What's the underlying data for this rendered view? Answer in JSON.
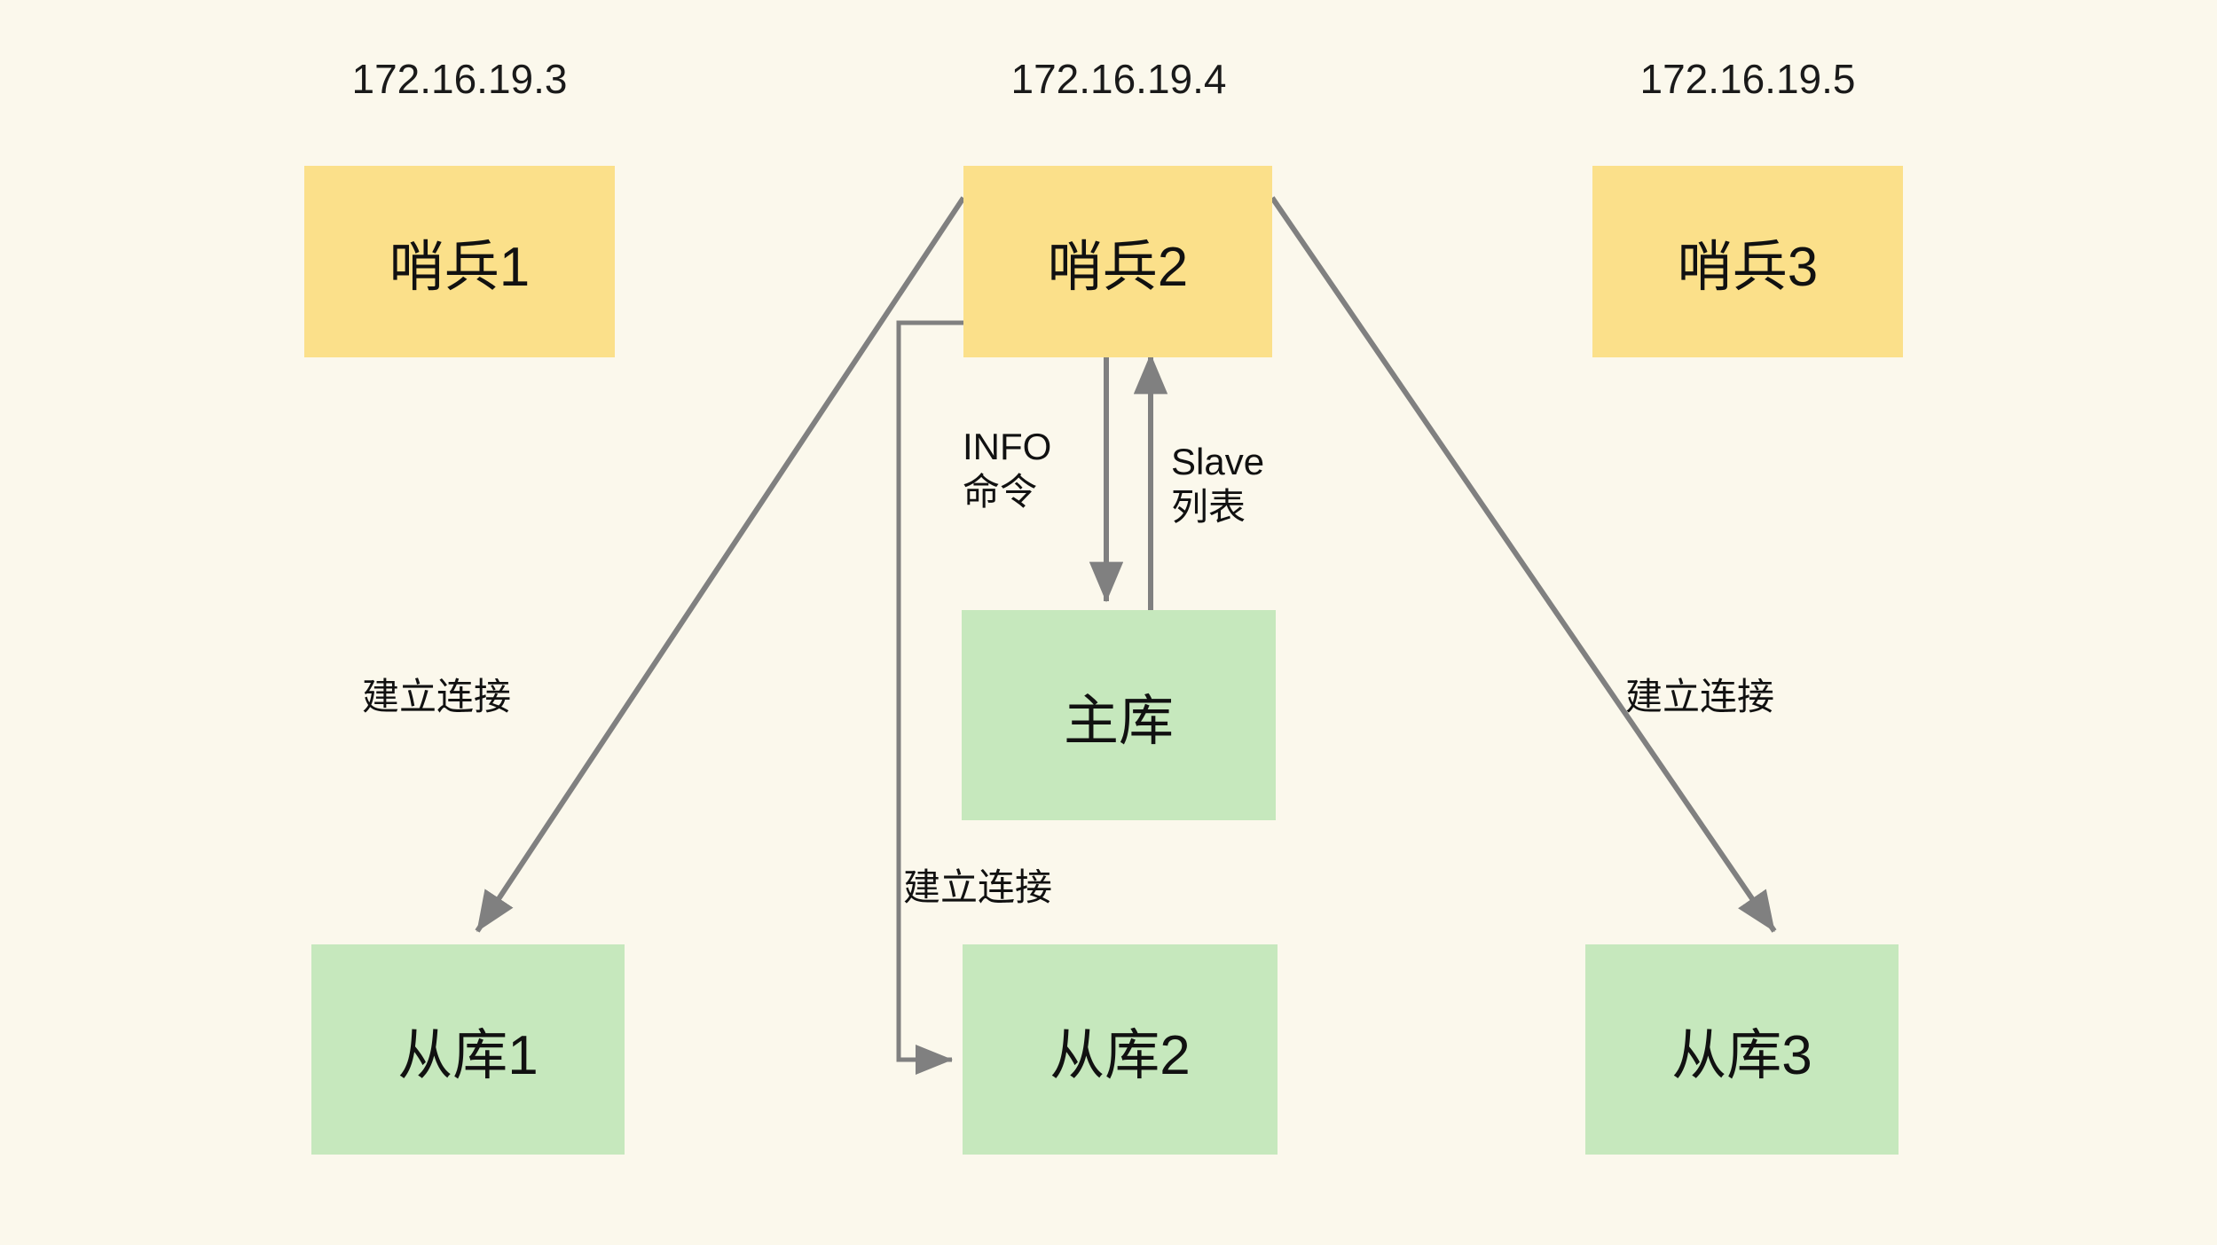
{
  "diagram": {
    "title": "Redis Sentinel cluster topology",
    "background_color": "#FBF8EC",
    "sentinel_color": "#FBE08A",
    "database_color": "#C6E8BD",
    "wire_color": "#808080"
  },
  "ip_labels": {
    "sentinel1": "172.16.19.3",
    "sentinel2": "172.16.19.4",
    "sentinel3": "172.16.19.5"
  },
  "nodes": {
    "sentinel1": "哨兵1",
    "sentinel2": "哨兵2",
    "sentinel3": "哨兵3",
    "master": "主库",
    "slave1": "从库1",
    "slave2": "从库2",
    "slave3": "从库3"
  },
  "edge_labels": {
    "info_command": "INFO\n命令",
    "slave_list": "Slave\n列表",
    "connect_left": "建立连接",
    "connect_middle": "建立连接",
    "connect_right": "建立连接"
  }
}
